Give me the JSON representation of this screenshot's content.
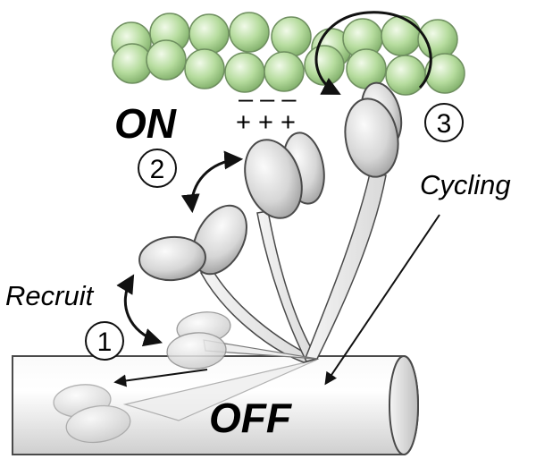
{
  "labels": {
    "on": "ON",
    "off": "OFF",
    "recruit": "Recruit",
    "cycling": "Cycling",
    "charge_negative": "– – –",
    "charge_positive": "+ + +"
  },
  "steps": [
    "1",
    "2",
    "3"
  ],
  "colors": {
    "actin_bead": "#b6dc9e",
    "actin_bead_edge": "#6f8f60",
    "myosin_head": "#d2d2d2",
    "myosin_edge": "#4a4a4a",
    "filament_shaft": "#e6e6e6",
    "arrow": "#111111"
  }
}
